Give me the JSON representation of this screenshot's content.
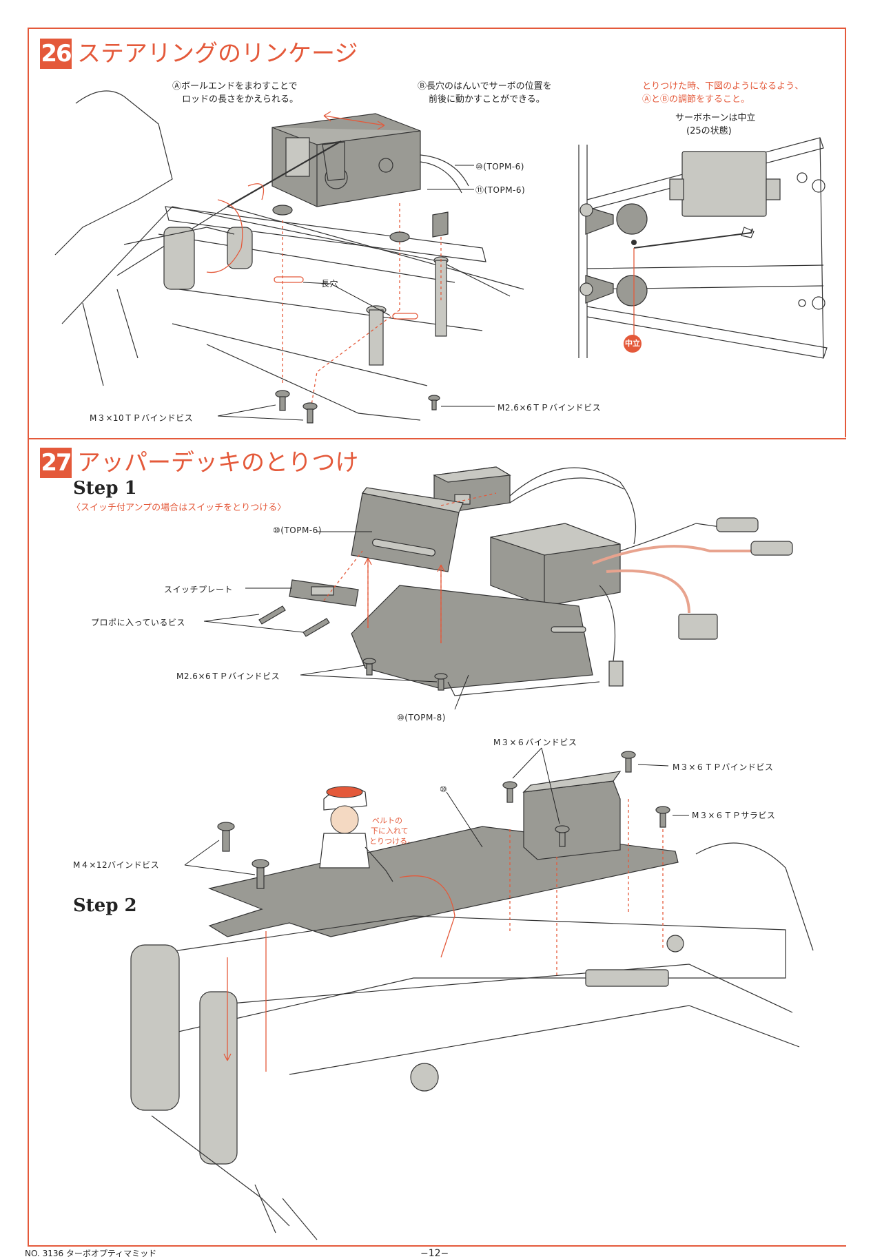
{
  "sections": {
    "s26": {
      "number": "26",
      "title": "ステアリングのリンケージ",
      "note_a": [
        "Ⓐボールエンドをまわすことで",
        "ロッドの長さをかえられる。"
      ],
      "note_b": [
        "Ⓑ長穴のはんいでサーボの位置を",
        "前後に動かすことができる。"
      ],
      "note_right": [
        "とりつけた時、下図のようになるよう、",
        "ⒶとⒷの調節をすること。"
      ],
      "servo_horn": [
        "サーボホーンは中立",
        "(25の状態)"
      ],
      "labels": {
        "part_101": "⑩(TOPM-6)",
        "part_117": "⑪(TOPM-6)",
        "slot": "長穴",
        "screw_m3x10": "M３×10ＴＰバインドビス",
        "screw_m26x6": "M2.6×6ＴＰバインドビス",
        "neutral": "中立"
      }
    },
    "s27": {
      "number": "27",
      "title": "アッパーデッキのとりつけ",
      "step1": {
        "heading": "Step 1",
        "subtitle": "〈スイッチ付アンプの場合はスイッチをとりつける〉",
        "part_103": "⑩(TOPM-6)",
        "switch_plate": "スイッチプレート",
        "propo_screw": "プロポに入っているビス",
        "screw_m26x6": "M2.6×6ＴＰバインドビス",
        "part_102": "⑩(TOPM-8)"
      },
      "step2": {
        "heading": "Step 2",
        "screw_m3x6": "M３×６バインドビス",
        "screw_m3x6tp": "M３×６ＴＰバインドビス",
        "screw_m3x6tps": "M３×６ＴＰサラビス",
        "screw_m4x12": "M４×12バインドビス",
        "part_102": "⑩",
        "character_note": [
          "ベルトの",
          "下に入れて",
          "とりつける。"
        ]
      }
    }
  },
  "footer": {
    "model": "NO. 3136  ターボオプティマミッド",
    "page": "−12−"
  },
  "colors": {
    "accent": "#e4593a",
    "part_gray": "#9a9a94"
  }
}
